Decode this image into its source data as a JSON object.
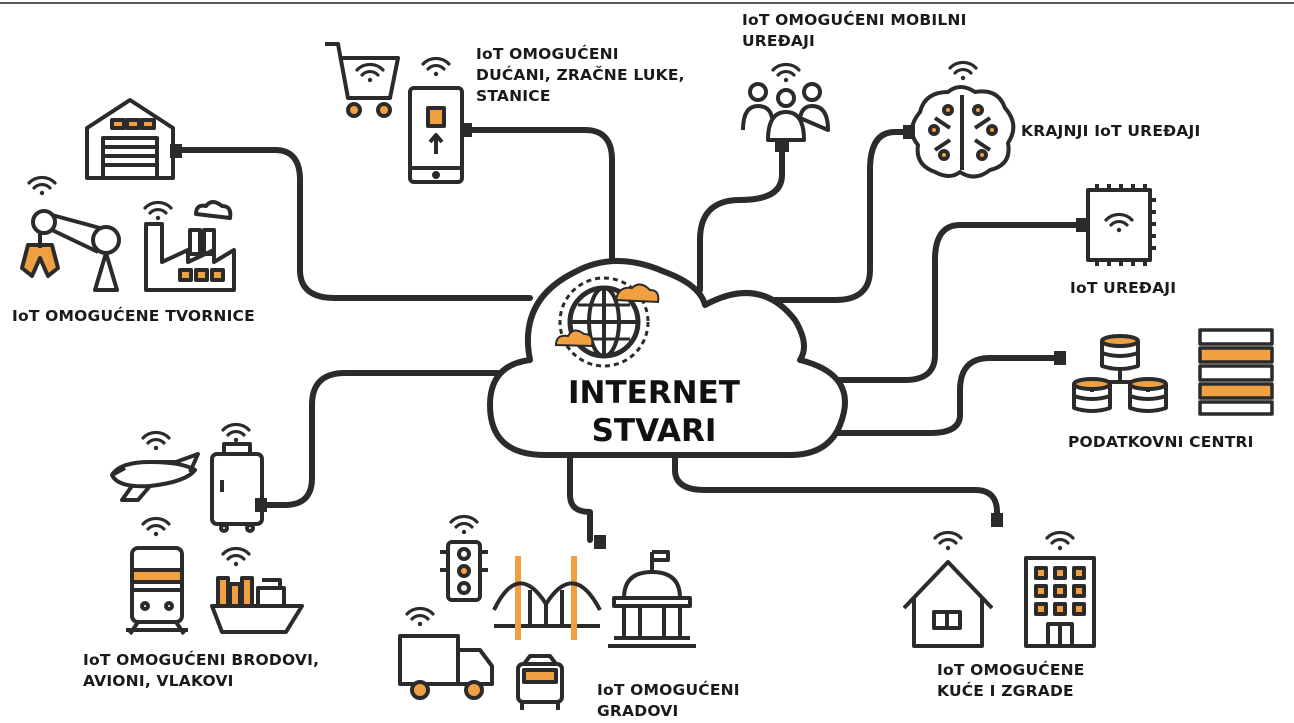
{
  "center": {
    "line1": "INTERNET",
    "line2": "STVARI"
  },
  "labels": {
    "factories": [
      "IoT OMOGUĆENE TVORNICE"
    ],
    "shops": [
      "IoT OMOGUĆENI",
      "DUĆANI, ZRAČNE LUKE,",
      "STANICE"
    ],
    "mobile": [
      "IoT OMOGUĆENI MOBILNI",
      "UREĐAJI"
    ],
    "endpoints": [
      "KRAJNJI IoT UREĐAJI"
    ],
    "devices": [
      "IoT UREĐAJI"
    ],
    "datacenters": [
      "PODATKOVNI CENTRI"
    ],
    "transport": [
      "IoT OMOGUĆENI BRODOVI,",
      "AVIONI, VLAKOVI"
    ],
    "cities": [
      "IoT OMOGUĆENI",
      "GRADOVI"
    ],
    "homes": [
      "IoT OMOGUĆENE",
      "KUĆE I ZGRADE"
    ]
  },
  "colors": {
    "stroke": "#2b2b2b",
    "accent": "#f0a040",
    "background": "#ffffff"
  },
  "icons": [
    "factory-building-icon",
    "robot-arm-icon",
    "factory-chimney-icon",
    "shopping-cart-icon",
    "tablet-icon",
    "people-group-icon",
    "brain-icon",
    "chip-icon",
    "database-icon",
    "server-rack-icon",
    "airplane-icon",
    "luggage-icon",
    "train-icon",
    "ship-icon",
    "traffic-light-icon",
    "bridge-icon",
    "capitol-icon",
    "truck-icon",
    "car-icon",
    "house-icon",
    "office-building-icon",
    "globe-icon",
    "wifi-icon"
  ]
}
